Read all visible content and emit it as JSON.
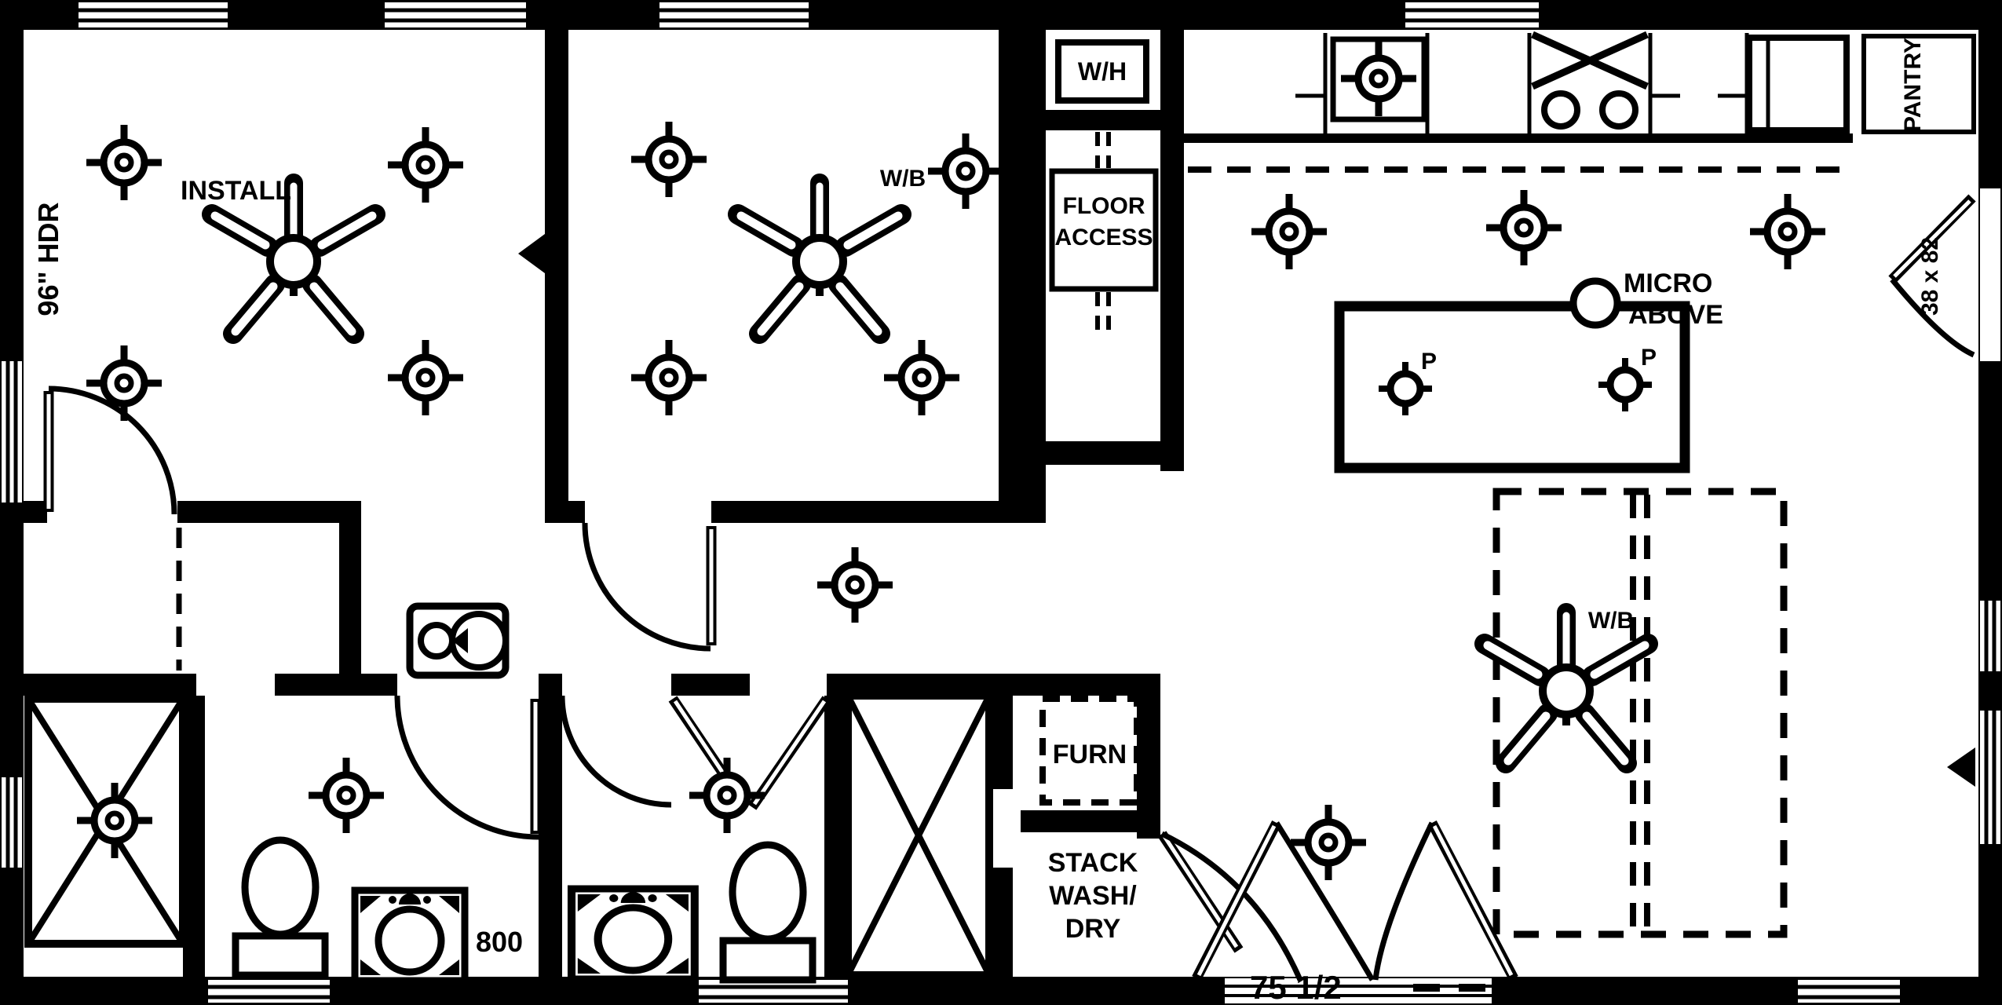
{
  "drawing": {
    "type": "architectural-floor-plan",
    "style": "black-and-white scanned blueprint",
    "ink_color": "#000000",
    "paper_color": "#ffffff"
  },
  "labels": {
    "install": "INSTALL",
    "header_dim": "96\" HDR",
    "bedroom2_fan": "W/B",
    "water_heater": "W/H",
    "floor_access_1": "FLOOR",
    "floor_access_2": "ACCESS",
    "pantry": "PANTRY",
    "micro_1": "MICRO",
    "micro_2": "ABOVE",
    "pendant_1": "P",
    "pendant_2": "P",
    "entry_door_size": "38 x 82",
    "furnace": "FURN",
    "stack_1": "STACK",
    "stack_2": "WASH/",
    "stack_3": "DRY",
    "vanity_note": "800",
    "bottom_dim": "75 1/2",
    "living_fan": "W/B"
  }
}
